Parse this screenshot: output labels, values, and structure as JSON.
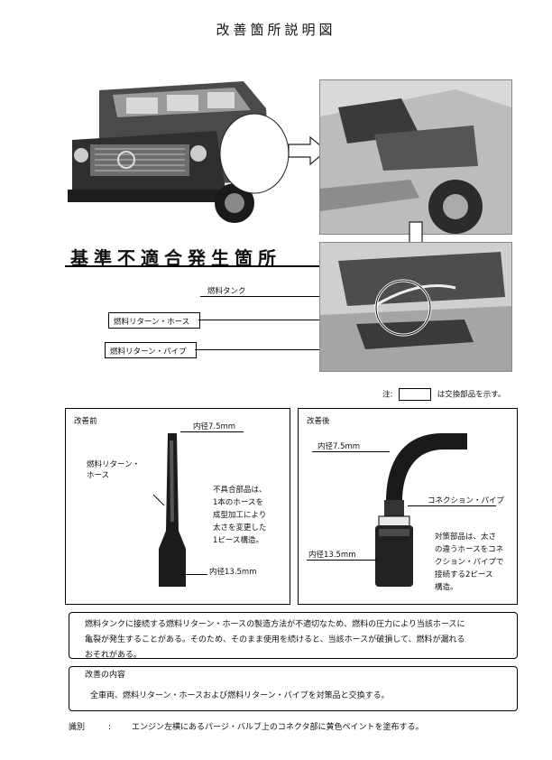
{
  "page": {
    "title": "改善箇所説明図",
    "heading": "基準不適合発生箇所",
    "part_labels": [
      "燃料タンク",
      "燃料リターン・ホース",
      "燃料リターン・パイプ"
    ],
    "note_prefix": "注:",
    "note_suffix": "は交換部品を示す。"
  },
  "before": {
    "label": "改善前",
    "top_diameter": "内径7.5mm",
    "bottom_diameter": "内径13.5mm",
    "hose_label_line1": "燃料リターン・",
    "hose_label_line2": "ホース",
    "description": [
      "不具合部品は、",
      "1本のホースを",
      "成型加工により",
      "太さを変更した",
      "1ピース構造。"
    ]
  },
  "after": {
    "label": "改善後",
    "top_diameter": "内径7.5mm",
    "bottom_diameter": "内径13.5mm",
    "connector_label": "コネクション・パイプ",
    "description": [
      "対策部品は、太さ",
      "の違うホースをコネ",
      "クション・パイプで",
      "接続する2ピース",
      "構造。"
    ]
  },
  "problem": {
    "line1": "燃料タンクに接続する燃料リターン・ホースの製造方法が不適切なため、燃料の圧力により当該ホースに",
    "line2": "亀裂が発生することがある。そのため、そのまま使用を続けると、当該ホースが破損して、燃料が漏れる",
    "line3": "おそれがある。"
  },
  "improvement": {
    "heading": "改善の内容",
    "body": "全車両、燃料リターン・ホースおよび燃料リターン・パイプを対策品と交換する。"
  },
  "identification": {
    "label": "識別",
    "colon": ":",
    "body": "エンジン左横にあるパージ・バルブ上のコネクタ部に黄色ペイントを塗布する。"
  }
}
